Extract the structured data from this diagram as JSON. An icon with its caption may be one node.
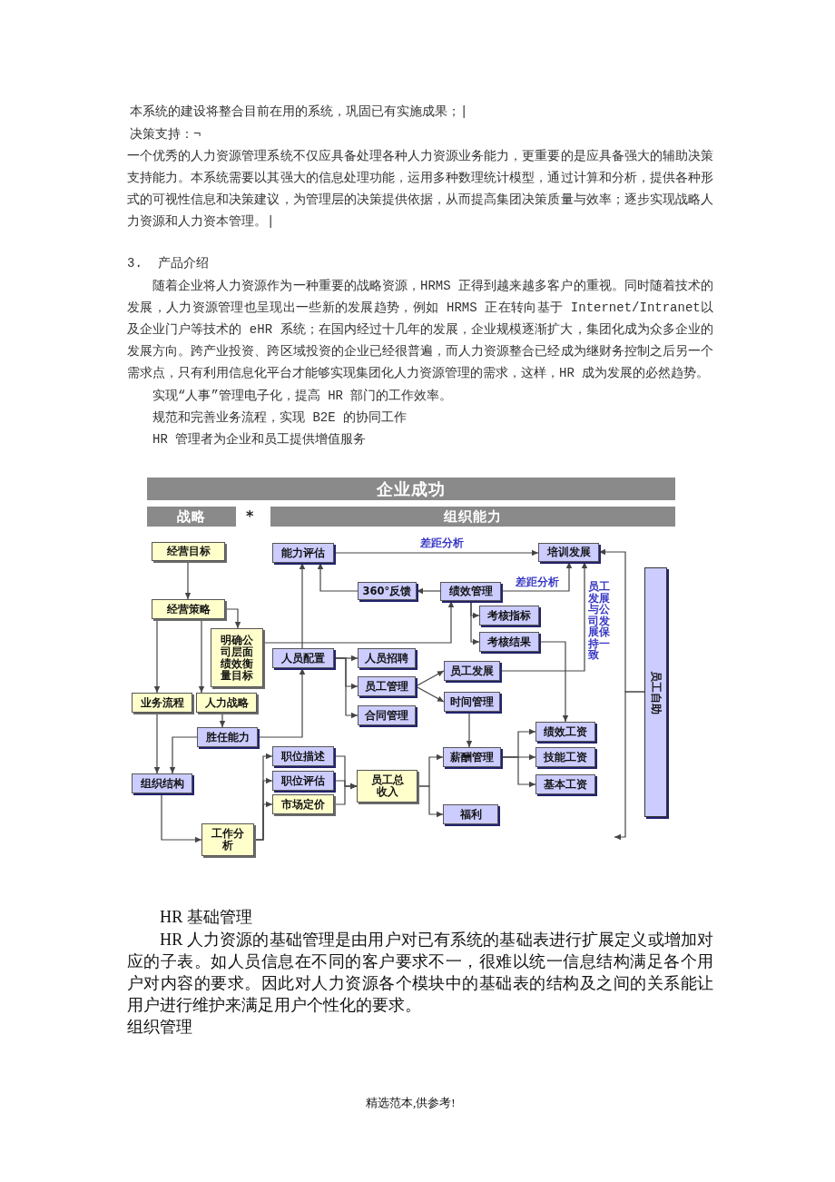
{
  "diagram": {
    "nodes": [
      {
        "text": [
          "企业成功"
        ]
      },
      {
        "text": [
          "战略"
        ]
      },
      {
        "text": [
          "组织能力"
        ]
      },
      {
        "text": [
          "经营目标"
        ]
      },
      {
        "text": [
          "能力评估"
        ]
      },
      {
        "text": [
          "培训发展"
        ]
      },
      {
        "text": [
          "员工自助"
        ]
      },
      {
        "text": [
          "360°反馈"
        ]
      },
      {
        "text": [
          "绩效管理"
        ]
      },
      {
        "text": [
          "经营策略"
        ]
      },
      {
        "text": [
          "考核指标"
        ]
      },
      {
        "text": [
          "明确公司层面绩效衡量目标"
        ]
      },
      {
        "text": [
          "考核结果"
        ]
      },
      {
        "text": [
          "人员配置"
        ]
      },
      {
        "text": [
          "人员招聘"
        ]
      },
      {
        "text": [
          "员工发展"
        ]
      },
      {
        "text": [
          "员工管理"
        ]
      },
      {
        "text": [
          "业务流程"
        ]
      },
      {
        "text": [
          "人力战略"
        ]
      },
      {
        "text": [
          "时间管理"
        ]
      },
      {
        "text": [
          "合同管理"
        ]
      },
      {
        "text": [
          "绩效工资"
        ]
      },
      {
        "text": [
          "胜任能力"
        ]
      },
      {
        "text": [
          "职位描述"
        ]
      },
      {
        "text": [
          "薪酬管理"
        ]
      },
      {
        "text": [
          "技能工资"
        ]
      },
      {
        "text": [
          "职位评估"
        ]
      },
      {
        "text": [
          "员工总收入"
        ]
      },
      {
        "text": [
          "组织结构"
        ]
      },
      {
        "text": [
          "基本工资"
        ]
      },
      {
        "text": [
          "市场定价"
        ]
      },
      {
        "text": [
          "福利"
        ]
      },
      {
        "text": [
          "工作分析"
        ]
      }
    ],
    "edges": [
      {
        "from": 3,
        "to": 9,
        "arrow": "to"
      },
      {
        "from": 9,
        "to": 11,
        "arrow": "to"
      },
      {
        "from": 9,
        "to": 17,
        "arrow": "to"
      },
      {
        "from": 9,
        "to": 18,
        "arrow": "to"
      },
      {
        "from": 11,
        "to": 8,
        "arrow": "to"
      },
      {
        "from": 17,
        "to": 28,
        "arrow": "to"
      },
      {
        "from": 18,
        "to": 22,
        "arrow": "to"
      },
      {
        "from": 22,
        "to": 28,
        "arrow": "to"
      },
      {
        "from": 22,
        "to": 13,
        "arrow": "to"
      },
      {
        "from": 13,
        "to": 4,
        "arrow": "to"
      },
      {
        "from": 7,
        "to": 4,
        "arrow": "to"
      },
      {
        "from": 8,
        "to": 7,
        "arrow": "to"
      },
      {
        "from": 4,
        "to": 5,
        "arrow": "to",
        "label": "差距分析"
      },
      {
        "from": 8,
        "to": 5,
        "arrow": "to",
        "label": "差距分析"
      },
      {
        "from": 8,
        "to": 10,
        "arrow": "to"
      },
      {
        "from": 8,
        "to": 12,
        "arrow": "to"
      },
      {
        "from": 12,
        "to": 21,
        "arrow": "to"
      },
      {
        "from": 15,
        "to": 5,
        "arrow": "to",
        "label": "员工发展与公司发展保持一致"
      },
      {
        "from": 6,
        "to": 5,
        "arrow": "to"
      },
      {
        "from": 6,
        "to": null,
        "arrow": "to"
      },
      {
        "from": 13,
        "to": 14,
        "arrow": "to"
      },
      {
        "from": 13,
        "to": 16,
        "arrow": "to"
      },
      {
        "from": 13,
        "to": 20,
        "arrow": "to"
      },
      {
        "from": 16,
        "to": 15,
        "arrow": "to"
      },
      {
        "from": 16,
        "to": 19,
        "arrow": "to"
      },
      {
        "from": 19,
        "to": 24,
        "arrow": "to"
      },
      {
        "from": 28,
        "to": 32,
        "arrow": "to"
      },
      {
        "from": 32,
        "to": 23,
        "arrow": "to"
      },
      {
        "from": 32,
        "to": 26,
        "arrow": "to"
      },
      {
        "from": 32,
        "to": 30,
        "arrow": "to"
      },
      {
        "from": 23,
        "to": 27,
        "arrow": "to"
      },
      {
        "from": 26,
        "to": 27,
        "arrow": "to"
      },
      {
        "from": 30,
        "to": 27,
        "arrow": "to"
      },
      {
        "from": 27,
        "to": 24,
        "arrow": "to"
      },
      {
        "from": 27,
        "to": 31,
        "arrow": "to"
      },
      {
        "from": 24,
        "to": 21,
        "arrow": "to"
      },
      {
        "from": 24,
        "to": 25,
        "arrow": "to"
      },
      {
        "from": 24,
        "to": 29,
        "arrow": "to"
      }
    ],
    "labels": [
      "本系统的建设将整合目前在用的系统，巩固已有实施成果；|",
      "决策支持：¬",
      "一个优秀的人力资源管理系统不仅应具备处理各种人力资源业务能力，更重要的是应具备强大的辅助决策支持能力。本系统需要以其强大的信息处理功能，运用多种数理统计模型，通过计算和分析，提供各种形式的可视性信息和决策建议，为管理层的决策提供依据，从而提高集团决策质量与效率；逐步实现战略人力资源和人力资本管理。|",
      "3.  产品介绍",
      "随着企业将人力资源作为一种重要的战略资源，HRMS 正得到越来越多客户的重视。同时随着技术的发展，人力资源管理也呈现出一些新的发展趋势，例如 HRMS 正在转向基于 Internet/Intranet以及企业门户等技术的 eHR 系统；在国内经过十几年的发展，企业规模逐渐扩大，集团化成为众多企业的发展方向。跨产业投资、跨区域投资的企业已经很普遍，而人力资源整合已经成为继财务控制之后另一个需求点，只有利用信息化平台才能够实现集团化人力资源管理的需求，这样，HR 成为发展的必然趋势。",
      "实现“人事”管理电子化，提高 HR 部门的工作效率。",
      "规范和完善业务流程，实现 B2E 的协同工作",
      "HR 管理者为企业和员工提供增值服务",
      "*",
      "HR 基础管理",
      "HR 人力资源的基础管理是由用户对已有系统的基础表进行扩展定义或增加对应的子表。如人员信息在不同的客户要求不一，很难以统一信息结构满足各个用户对内容的要求。因此对人力资源各个模块中的基础表的结构及之间的关系能让用户进行维护来满足用户个性化的要求。",
      "组织管理",
      "精选范本,供参考!"
    ]
  }
}
